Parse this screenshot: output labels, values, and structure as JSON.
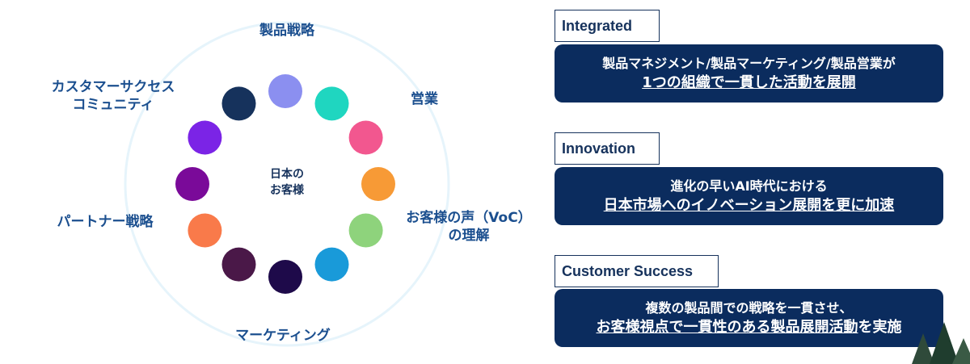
{
  "diagram": {
    "center": [
      "日本の",
      "お客様"
    ],
    "labels": {
      "top": "製品戦略",
      "top_right": "営業",
      "right": [
        "お客様の声（VoC）",
        "の理解"
      ],
      "bottom": "マーケティング",
      "left": "パートナー戦略",
      "top_left": [
        "カスタマーサクセス",
        "コミュニティ"
      ]
    },
    "dot_colors": [
      "#8b8ff0",
      "#1fd6c0",
      "#f2578f",
      "#f79a36",
      "#8ed37c",
      "#199ad9",
      "#1e0a4a",
      "#4a1848",
      "#f97a4a",
      "#7a0a99",
      "#7b24e6",
      "#16325c"
    ],
    "ring_color": "#e6f4fb"
  },
  "sections": [
    {
      "tag": "Integrated",
      "line1": "製品マネジメント/製品マーケティング/製品営業が",
      "line2": "1つの組織で一貫した活動を展開",
      "line2_suffix": ""
    },
    {
      "tag": "Innovation",
      "line1": "進化の早いAI時代における",
      "line2": "日本市場へのイノベーション展開を更に加速",
      "line2_suffix": ""
    },
    {
      "tag": "Customer Success",
      "line1": "複数の製品間での戦略を一貫させ、",
      "line2": "お客様視点で一貫性のある製品展開活動",
      "line2_suffix": "を実施"
    }
  ],
  "colors": {
    "navy": "#0b2c5e",
    "label_blue": "#1b4f8f"
  }
}
